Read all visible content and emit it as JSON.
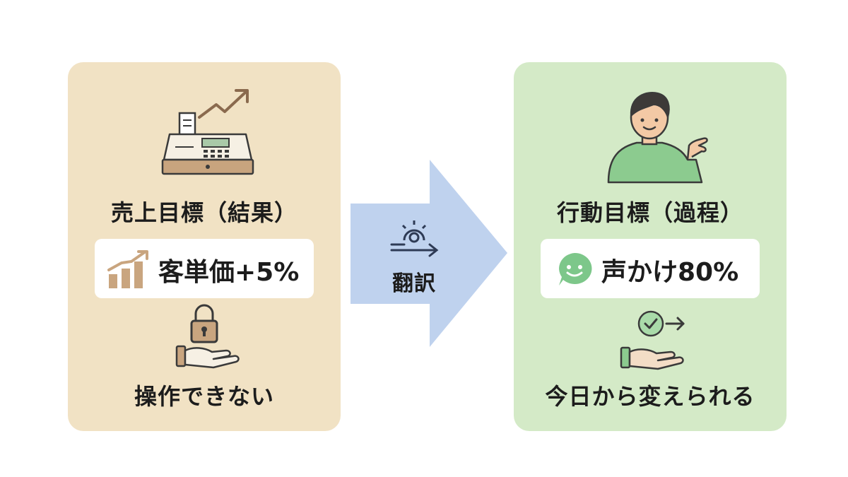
{
  "left_panel": {
    "title": "売上目標（結果）",
    "metric": "客単価+5%",
    "caption": "操作できない",
    "icons": [
      "cash-register-icon",
      "rising-trend-arrow-icon",
      "bar-growth-icon",
      "lock-icon",
      "open-hand-icon"
    ]
  },
  "center": {
    "label": "翻訳",
    "icons": [
      "gear-arrow-icon",
      "right-arrow-shape"
    ]
  },
  "right_panel": {
    "title": "行動目標（過程）",
    "metric": "声かけ80%",
    "caption": "今日から変えられる",
    "icons": [
      "person-waving-icon",
      "smile-chat-icon",
      "check-circle-arrow-icon",
      "open-hand-icon"
    ]
  },
  "colors": {
    "left_panel_bg": "#f1e2c4",
    "right_panel_bg": "#d4eac7",
    "arrow": "#bfd2ee",
    "brown": "#8a6a4e",
    "green": "#7dc78a"
  }
}
